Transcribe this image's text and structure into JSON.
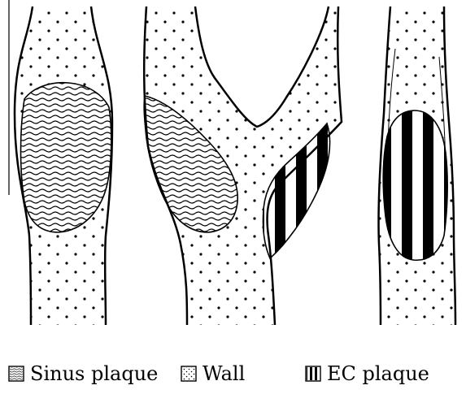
{
  "legend": {
    "items": [
      {
        "key": "sinus",
        "label": "Sinus plaque",
        "pattern": "wavy-lines"
      },
      {
        "key": "wall",
        "label": "Wall",
        "pattern": "dots"
      },
      {
        "key": "ec",
        "label": "EC plaque",
        "pattern": "vertical-stripes"
      }
    ]
  },
  "colors": {
    "ink": "#000000",
    "background": "#ffffff"
  }
}
